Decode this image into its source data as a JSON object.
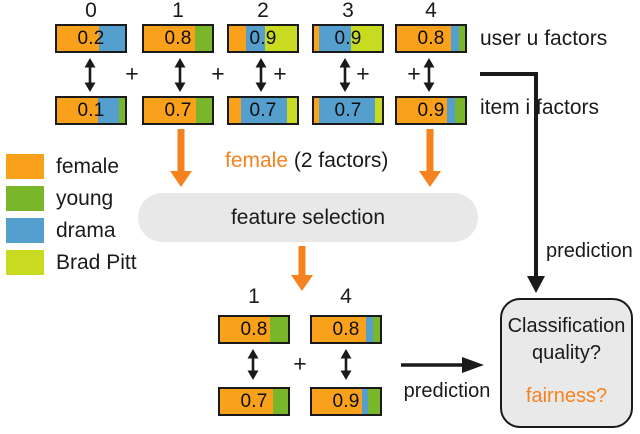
{
  "colors": {
    "female": "#F9A11B",
    "young": "#7AB62A",
    "drama": "#559FCE",
    "bradpitt": "#C9DB20",
    "arrow": "#F5821F",
    "panel": "#E8E8E8",
    "ink": "#1A1A1A"
  },
  "legend": {
    "items": [
      {
        "factor": "female",
        "label": "female"
      },
      {
        "factor": "young",
        "label": "young"
      },
      {
        "factor": "drama",
        "label": "drama"
      },
      {
        "factor": "bradpitt",
        "label": "Brad Pitt"
      }
    ]
  },
  "factor_rows": {
    "user_label": "user u factors",
    "item_label": "item i factors",
    "plus": "+",
    "columns": [
      {
        "id": "0",
        "user": {
          "value": "0.2",
          "segments": [
            {
              "f": "female",
              "w": 62
            },
            {
              "f": "drama",
              "w": 38
            }
          ]
        },
        "item": {
          "value": "0.1",
          "segments": [
            {
              "f": "female",
              "w": 60
            },
            {
              "f": "drama",
              "w": 31
            },
            {
              "f": "young",
              "w": 9
            }
          ]
        }
      },
      {
        "id": "1",
        "user": {
          "value": "0.8",
          "segments": [
            {
              "f": "female",
              "w": 75
            },
            {
              "f": "young",
              "w": 25
            }
          ]
        },
        "item": {
          "value": "0.7",
          "segments": [
            {
              "f": "female",
              "w": 76
            },
            {
              "f": "young",
              "w": 24
            }
          ]
        }
      },
      {
        "id": "2",
        "user": {
          "value": "0.9",
          "segments": [
            {
              "f": "female",
              "w": 25
            },
            {
              "f": "drama",
              "w": 28
            },
            {
              "f": "bradpitt",
              "w": 47
            }
          ]
        },
        "item": {
          "value": "0.7",
          "segments": [
            {
              "f": "female",
              "w": 18
            },
            {
              "f": "drama",
              "w": 67
            },
            {
              "f": "bradpitt",
              "w": 15
            }
          ]
        }
      },
      {
        "id": "3",
        "user": {
          "value": "0.9",
          "segments": [
            {
              "f": "female",
              "w": 8
            },
            {
              "f": "drama",
              "w": 47
            },
            {
              "f": "bradpitt",
              "w": 45
            }
          ]
        },
        "item": {
          "value": "0.7",
          "segments": [
            {
              "f": "female",
              "w": 8
            },
            {
              "f": "drama",
              "w": 81
            },
            {
              "f": "bradpitt",
              "w": 11
            }
          ]
        }
      },
      {
        "id": "4",
        "user": {
          "value": "0.8",
          "segments": [
            {
              "f": "female",
              "w": 80
            },
            {
              "f": "drama",
              "w": 11
            },
            {
              "f": "young",
              "w": 9
            }
          ]
        },
        "item": {
          "value": "0.9",
          "segments": [
            {
              "f": "female",
              "w": 74
            },
            {
              "f": "drama",
              "w": 11
            },
            {
              "f": "young",
              "w": 15
            }
          ]
        }
      }
    ]
  },
  "selection": {
    "highlight": "female",
    "rest": " (2 factors)",
    "box_label": "feature selection"
  },
  "selected_rows": {
    "plus": "+",
    "columns": [
      {
        "id": "1",
        "user": {
          "value": "0.8",
          "segments": [
            {
              "f": "female",
              "w": 74
            },
            {
              "f": "young",
              "w": 26
            }
          ]
        },
        "item": {
          "value": "0.7",
          "segments": [
            {
              "f": "female",
              "w": 78
            },
            {
              "f": "young",
              "w": 22
            }
          ]
        }
      },
      {
        "id": "4",
        "user": {
          "value": "0.8",
          "segments": [
            {
              "f": "female",
              "w": 79
            },
            {
              "f": "drama",
              "w": 10
            },
            {
              "f": "young",
              "w": 11
            }
          ]
        },
        "item": {
          "value": "0.9",
          "segments": [
            {
              "f": "female",
              "w": 74
            },
            {
              "f": "drama",
              "w": 9
            },
            {
              "f": "young",
              "w": 17
            }
          ]
        }
      }
    ]
  },
  "outputs": {
    "prediction_right": "prediction",
    "prediction_bottom": "prediction",
    "box_line1": "Classification",
    "box_line2": "quality?",
    "box_line3": "fairness?"
  }
}
